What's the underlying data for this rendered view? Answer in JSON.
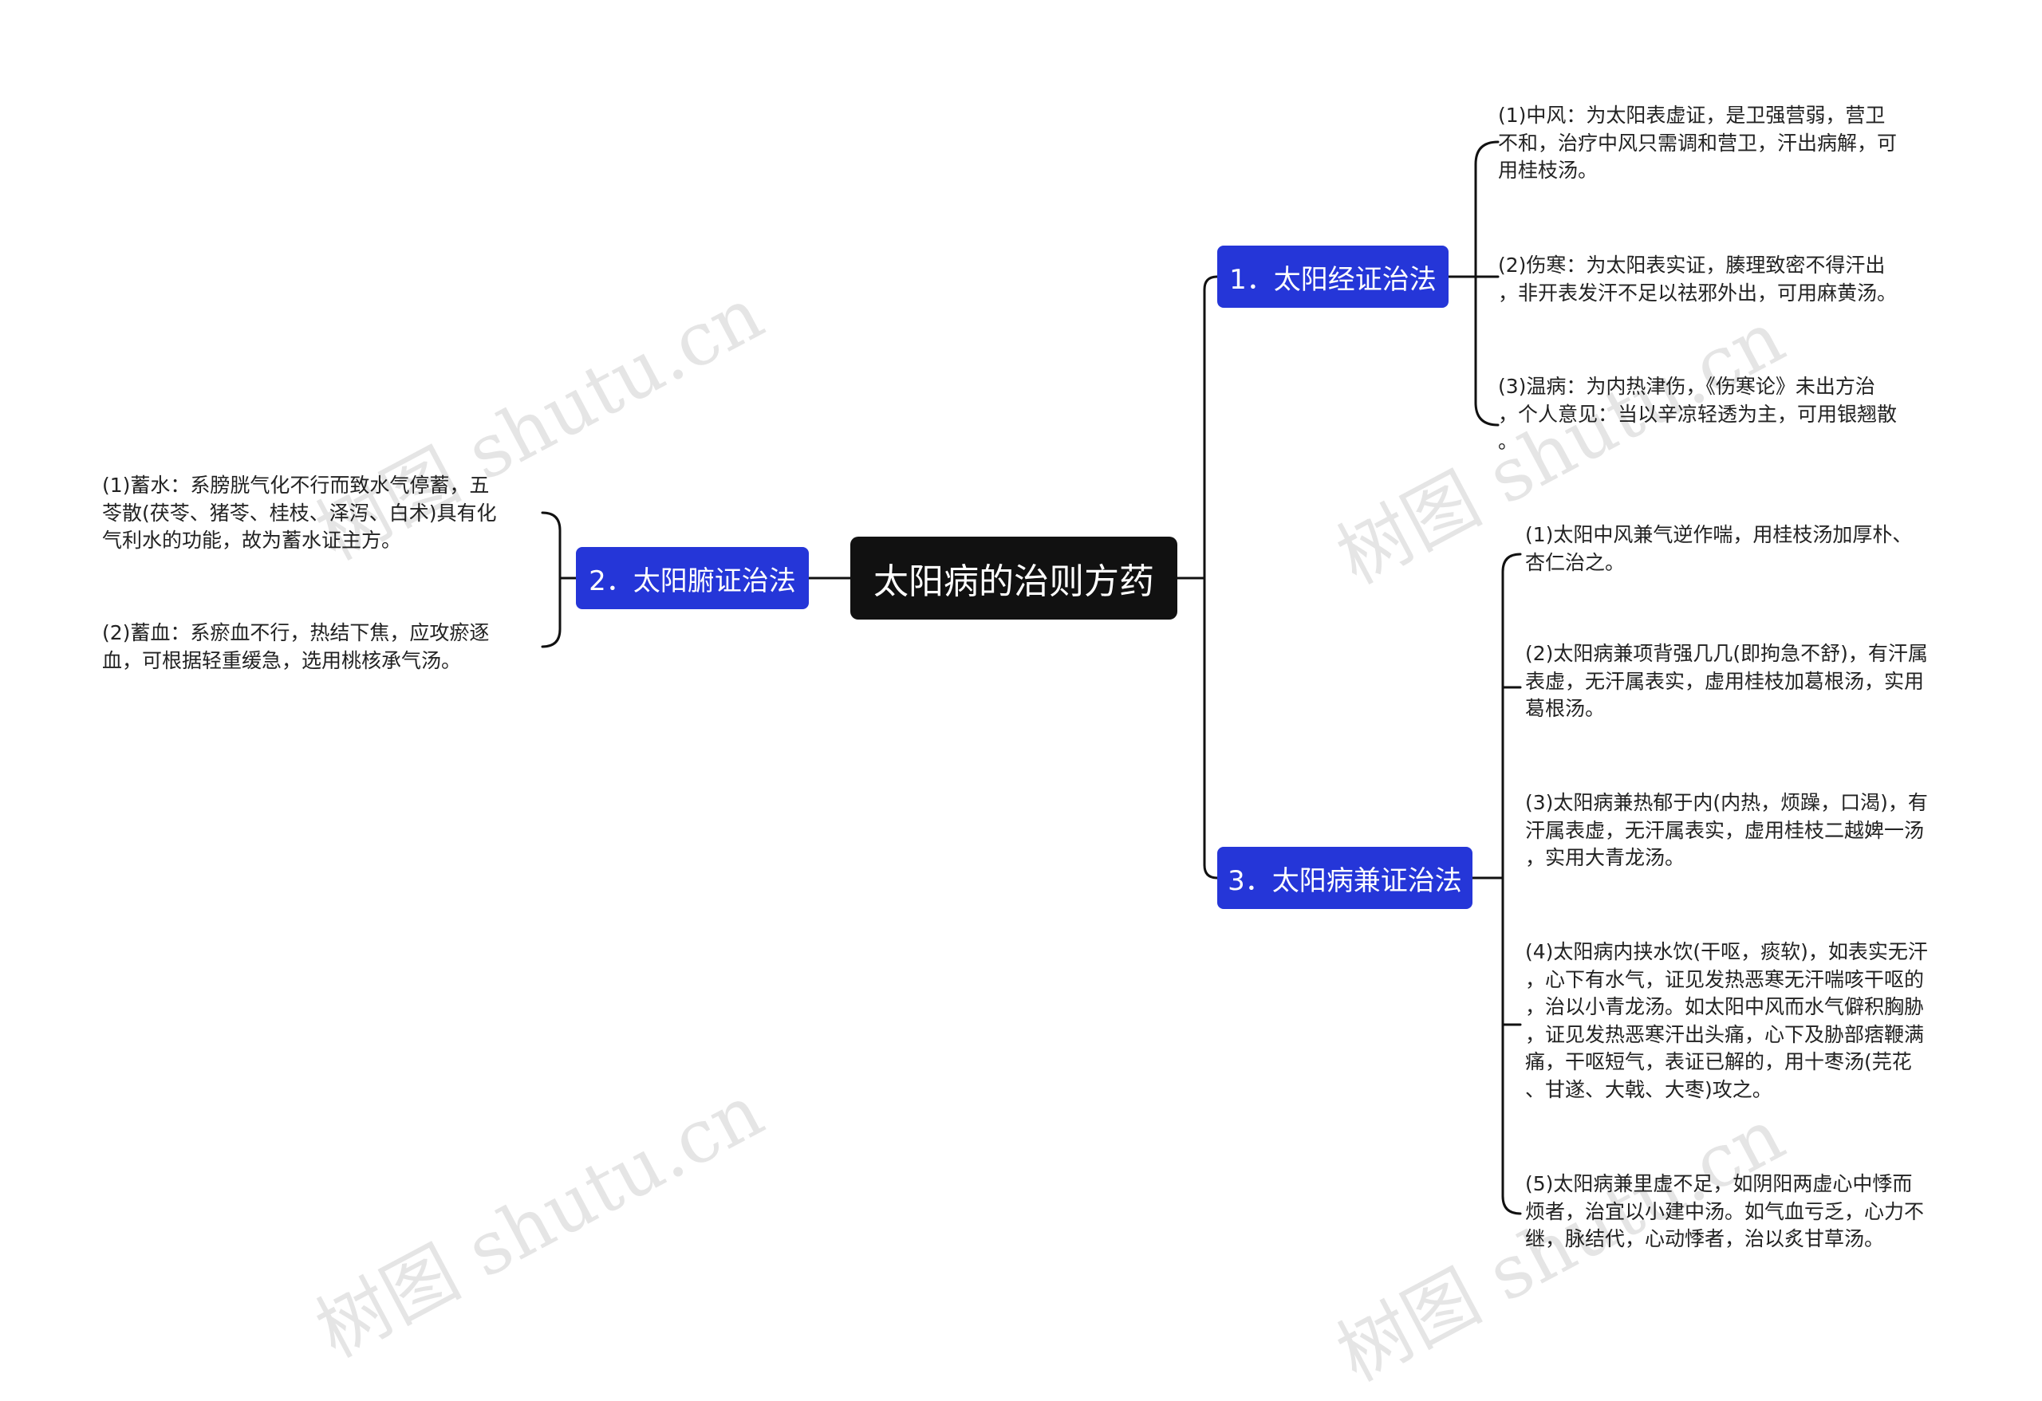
{
  "root": {
    "label": "太阳病的治则方药"
  },
  "branches": [
    {
      "label": "1．太阳经证治法"
    },
    {
      "label": "2．太阳腑证治法"
    },
    {
      "label": "3．太阳病兼证治法"
    }
  ],
  "leaves": {
    "b1": [
      "(1)中风：为太阳表虚证，是卫强营弱，营卫\n不和，治疗中风只需调和营卫，汗出病解，可\n用桂枝汤。",
      "(2)伤寒：为太阳表实证，腠理致密不得汗出\n，非开表发汗不足以祛邪外出，可用麻黄汤。",
      "(3)温病：为内热津伤，《伤寒论》未出方治\n，个人意见：当以辛凉轻透为主，可用银翘散\n。"
    ],
    "b2": [
      "(1)蓄水：系膀胱气化不行而致水气停蓄，五\n苓散(茯苓、猪苓、桂枝、泽泻、白术)具有化\n气利水的功能，故为蓄水证主方。",
      "(2)蓄血：系瘀血不行，热结下焦，应攻瘀逐\n血，可根据轻重缓急，选用桃核承气汤。"
    ],
    "b3": [
      "(1)太阳中风兼气逆作喘，用桂枝汤加厚朴、\n杏仁治之。",
      "(2)太阳病兼项背强几几(即拘急不舒)，有汗属\n表虚，无汗属表实，虚用桂枝加葛根汤，实用\n葛根汤。",
      "(3)太阳病兼热郁于内(内热，烦躁，口渴)，有\n汗属表虚，无汗属表实，虚用桂枝二越婢一汤\n，实用大青龙汤。",
      "(4)太阳病内挟水饮(干呕，痰软)，如表实无汗\n，心下有水气，证见发热恶寒无汗喘咳干呕的\n，治以小青龙汤。如太阳中风而水气僻积胸胁\n，证见发热恶寒汗出头痛，心下及胁部痞鞭满\n痛，干呕短气，表证已解的，用十枣汤(芫花\n、甘遂、大戟、大枣)攻之。",
      "(5)太阳病兼里虚不足，如阴阳两虚心中悸而\n烦者，治宜以小建中汤。如气血亏乏，心力不\n继，脉结代，心动悸者，治以炙甘草汤。"
    ]
  },
  "watermark": "树图 shutu.cn",
  "colors": {
    "root_bg": "#111111",
    "branch_bg": "#2536d8",
    "line": "#111111"
  }
}
